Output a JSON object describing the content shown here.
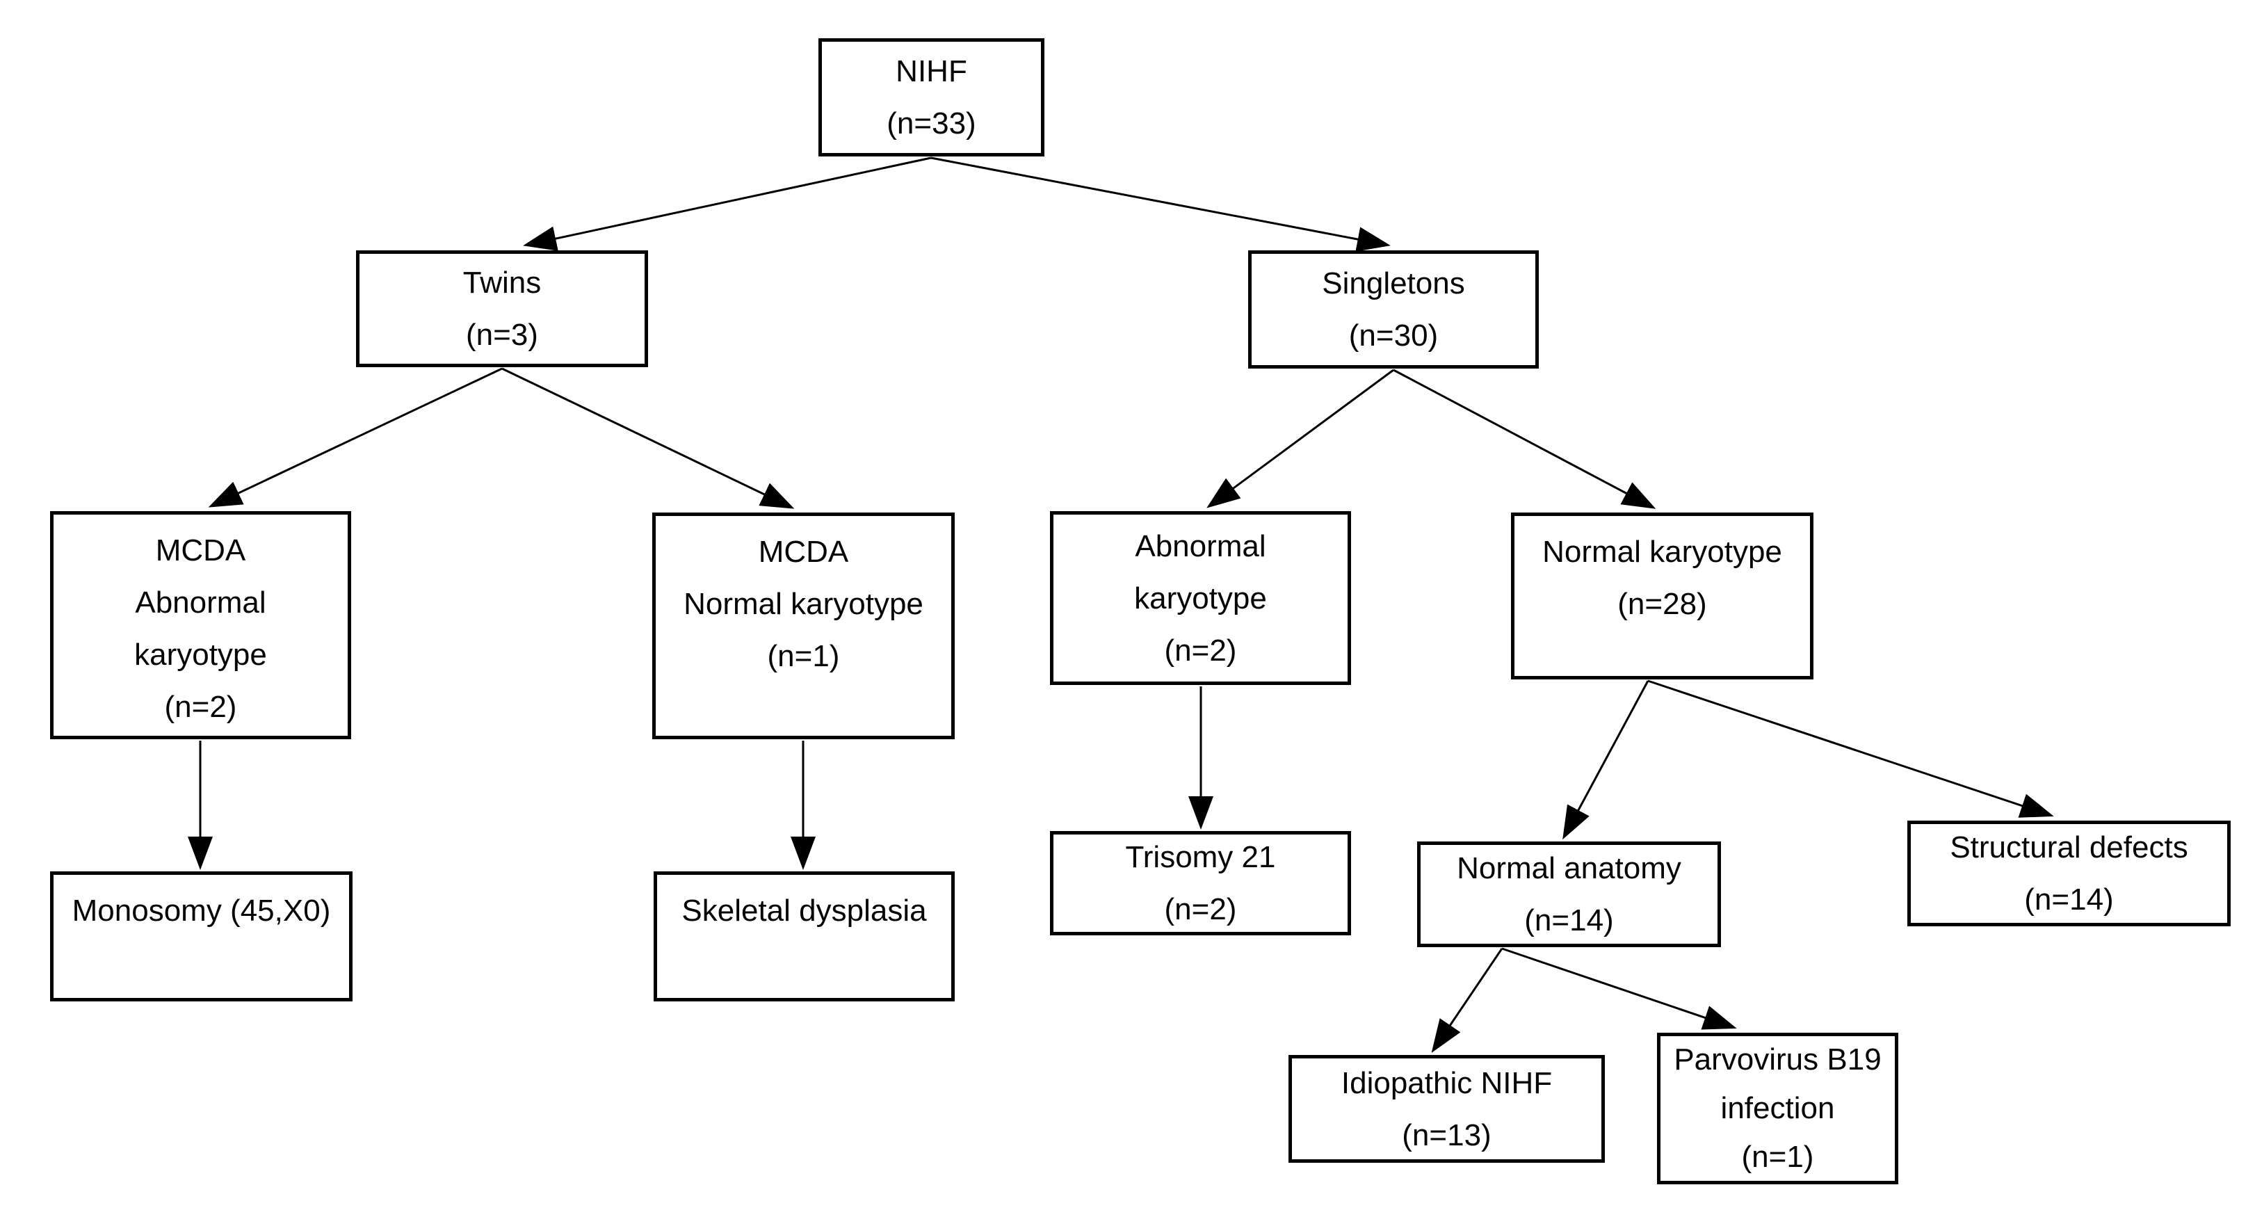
{
  "diagram": {
    "background_color": "#ffffff",
    "line_color": "#000000",
    "text_color": "#050505",
    "nodes": {
      "nihf": {
        "lines": [
          "NIHF",
          "(n=33)"
        ]
      },
      "twins": {
        "lines": [
          "Twins",
          "(n=3)"
        ]
      },
      "singletons": {
        "lines": [
          "Singletons",
          "(n=30)"
        ]
      },
      "mcda_abnormal": {
        "lines": [
          "MCDA",
          "Abnormal",
          "karyotype",
          "(n=2)"
        ]
      },
      "mcda_normal": {
        "lines": [
          "MCDA",
          "Normal karyotype",
          "(n=1)"
        ]
      },
      "abnormal_karyotype": {
        "lines": [
          "Abnormal",
          "karyotype",
          "(n=2)"
        ]
      },
      "normal_karyotype": {
        "lines": [
          "Normal karyotype",
          "(n=28)"
        ]
      },
      "monosomy": {
        "lines": [
          "Monosomy (45,X0)"
        ]
      },
      "skeletal": {
        "lines": [
          "Skeletal dysplasia"
        ]
      },
      "trisomy21": {
        "lines": [
          "Trisomy 21",
          "(n=2)"
        ]
      },
      "normal_anatomy": {
        "lines": [
          "Normal anatomy",
          "(n=14)"
        ]
      },
      "structural_defects": {
        "lines": [
          "Structural defects",
          "(n=14)"
        ]
      },
      "idiopathic": {
        "lines": [
          "Idiopathic NIHF",
          "(n=13)"
        ]
      },
      "parvovirus": {
        "lines": [
          "Parvovirus B19",
          "infection",
          "(n=1)"
        ]
      }
    },
    "edges": [
      {
        "from": "nihf",
        "to": "twins"
      },
      {
        "from": "nihf",
        "to": "singletons"
      },
      {
        "from": "twins",
        "to": "mcda_abnormal"
      },
      {
        "from": "twins",
        "to": "mcda_normal"
      },
      {
        "from": "singletons",
        "to": "abnormal_karyotype"
      },
      {
        "from": "singletons",
        "to": "normal_karyotype"
      },
      {
        "from": "mcda_abnormal",
        "to": "monosomy"
      },
      {
        "from": "mcda_normal",
        "to": "skeletal"
      },
      {
        "from": "abnormal_karyotype",
        "to": "trisomy21"
      },
      {
        "from": "normal_karyotype",
        "to": "normal_anatomy"
      },
      {
        "from": "normal_karyotype",
        "to": "structural_defects"
      },
      {
        "from": "normal_anatomy",
        "to": "idiopathic"
      },
      {
        "from": "normal_anatomy",
        "to": "parvovirus"
      }
    ]
  }
}
